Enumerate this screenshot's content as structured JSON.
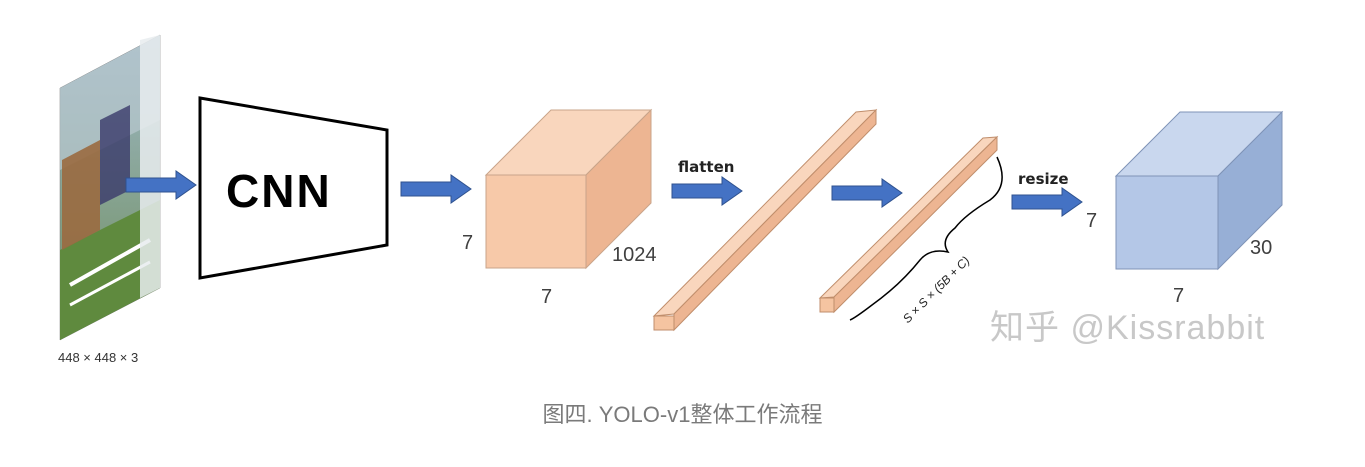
{
  "input_image": {
    "size_label": "448 × 448 × 3"
  },
  "cnn": {
    "label": "CNN"
  },
  "feature_map": {
    "height_label": "7",
    "width_label": "7",
    "depth_label": "1024"
  },
  "flatten": {
    "label": "flatten"
  },
  "flat_vector": {
    "size_label": "S × S × (5B + C)"
  },
  "resize": {
    "label": "resize"
  },
  "output_tensor": {
    "height_label": "7",
    "width_label": "7",
    "depth_label": "30"
  },
  "watermark": "知乎 @Kissrabbit",
  "caption": "图四. YOLO-v1整体工作流程",
  "colors": {
    "arrow": "#4472c4",
    "feature_map_front": "#f7c9a9",
    "feature_map_top": "#f9d6bd",
    "feature_map_side": "#edb592",
    "output_front": "#b4c7e7",
    "output_top": "#c9d7ee",
    "output_side": "#97afd6",
    "bar": "#f5c4a1"
  }
}
